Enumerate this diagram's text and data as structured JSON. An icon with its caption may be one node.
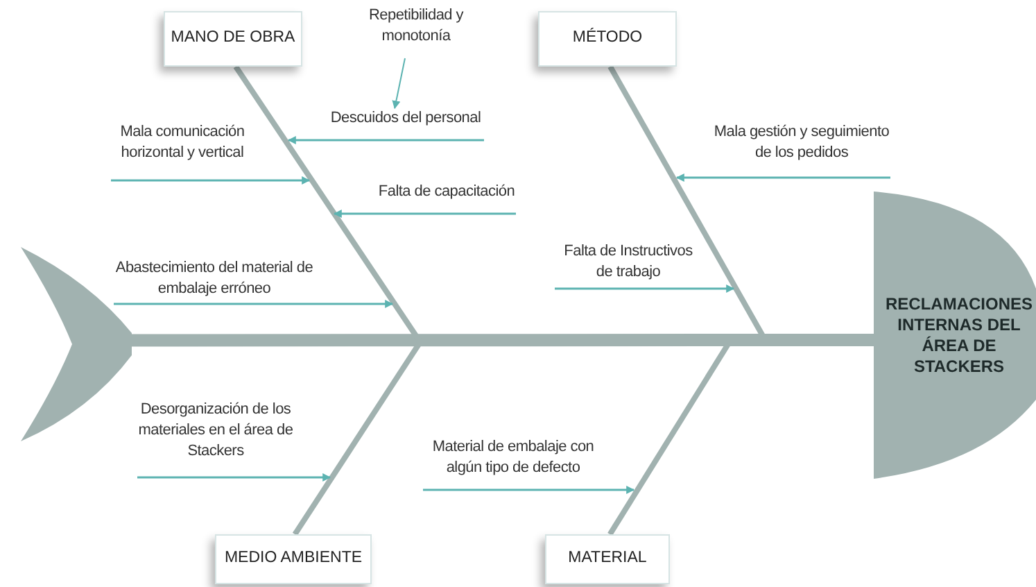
{
  "diagram": {
    "nodes": [
      {
        "text": [
          "RECLAMACIONES INTERNAS DEL ÁREA DE STACKERS"
        ]
      },
      {
        "text": [
          "MANO DE OBRA"
        ]
      },
      {
        "text": [
          "MÉTODO"
        ]
      },
      {
        "text": [
          "MEDIO AMBIENTE"
        ]
      },
      {
        "text": [
          "MATERIAL"
        ]
      },
      {
        "text": [
          "Repetibilidad y monotonía"
        ]
      },
      {
        "text": [
          "Descuidos del personal"
        ]
      },
      {
        "text": [
          "Mala comunicación horizontal y vertical"
        ]
      },
      {
        "text": [
          "Falta de capacitación"
        ]
      },
      {
        "text": [
          "Abastecimiento del material de embalaje erróneo"
        ]
      },
      {
        "text": [
          "Mala gestión y seguimiento de los pedidos"
        ]
      },
      {
        "text": [
          "Falta de Instructivos de trabajo"
        ]
      },
      {
        "text": [
          "Desorganización de los materiales en el área de Stackers"
        ]
      },
      {
        "text": [
          "Material de embalaje con algún tipo de defecto"
        ]
      },
      {
        "text": [],
        "shape": "chevron"
      }
    ],
    "edges": [
      {
        "from": 14,
        "to": 0,
        "arrow": "none",
        "style": "thick",
        "color": "#a1b2b0"
      },
      {
        "from": 1,
        "to": null,
        "arrow": "none",
        "style": "thick",
        "color": "#a1b2b0"
      },
      {
        "from": 2,
        "to": null,
        "arrow": "none",
        "style": "thick",
        "color": "#a1b2b0"
      },
      {
        "from": 3,
        "to": null,
        "arrow": "none",
        "style": "thick",
        "color": "#a1b2b0"
      },
      {
        "from": 4,
        "to": null,
        "arrow": "none",
        "style": "thick",
        "color": "#a1b2b0"
      },
      {
        "from": 5,
        "to": 6,
        "arrow": "to"
      },
      {
        "from": 6,
        "to": null,
        "arrow": "to"
      },
      {
        "from": 7,
        "to": null,
        "arrow": "to"
      },
      {
        "from": 8,
        "to": null,
        "arrow": "to"
      },
      {
        "from": 9,
        "to": null,
        "arrow": "to"
      },
      {
        "from": 10,
        "to": null,
        "arrow": "to"
      },
      {
        "from": 11,
        "to": null,
        "arrow": "to"
      },
      {
        "from": 12,
        "to": null,
        "arrow": "to"
      },
      {
        "from": 13,
        "to": null,
        "arrow": "to"
      }
    ]
  }
}
